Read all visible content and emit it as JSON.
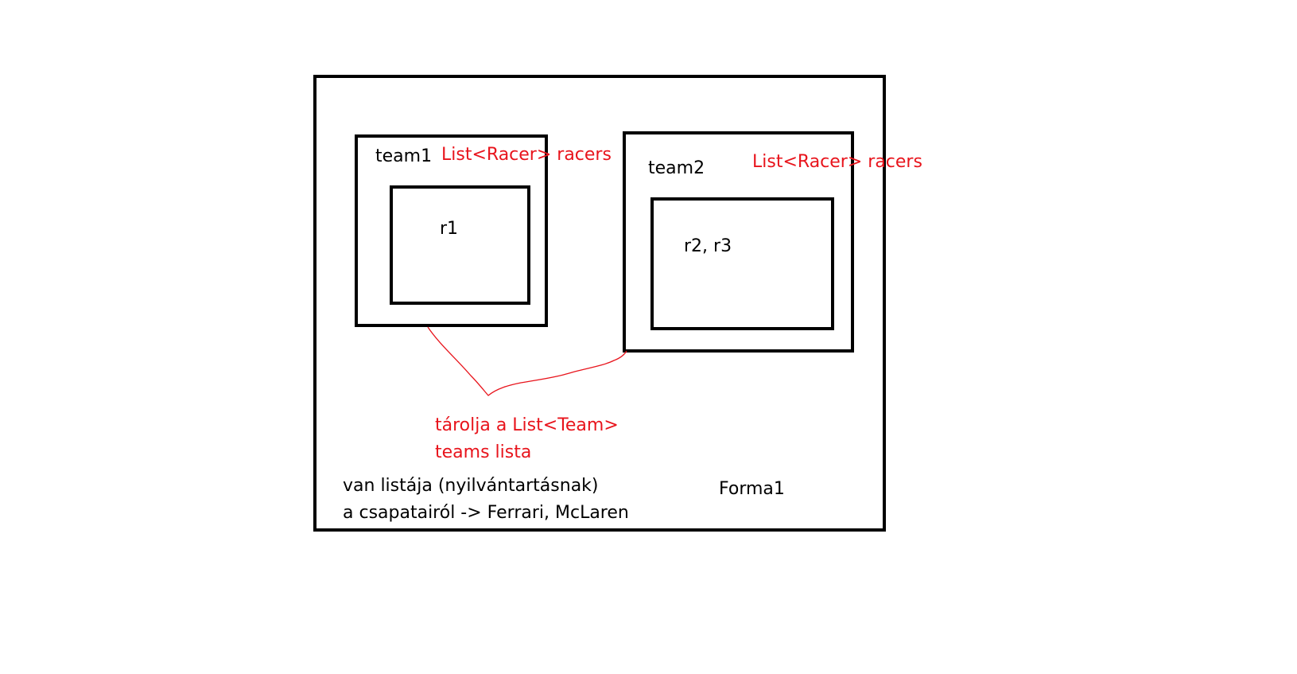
{
  "colors": {
    "outline": "#000000",
    "annotation": "#e8141c",
    "background": "#ffffff"
  },
  "forma1": {
    "label": "Forma1",
    "note_line1": "van listája (nyilvántartásnak)",
    "note_line2": "a csapatairól -> Ferrari, McLaren"
  },
  "team1": {
    "label": "team1",
    "racers_label": "List<Racer> racers",
    "inner_label": "r1"
  },
  "team2": {
    "label": "team2",
    "racers_label": "List<Racer> racers",
    "inner_label": "r2, r3"
  },
  "teams_annotation": {
    "line1": "tárolja a List<Team>",
    "line2": "teams lista"
  }
}
